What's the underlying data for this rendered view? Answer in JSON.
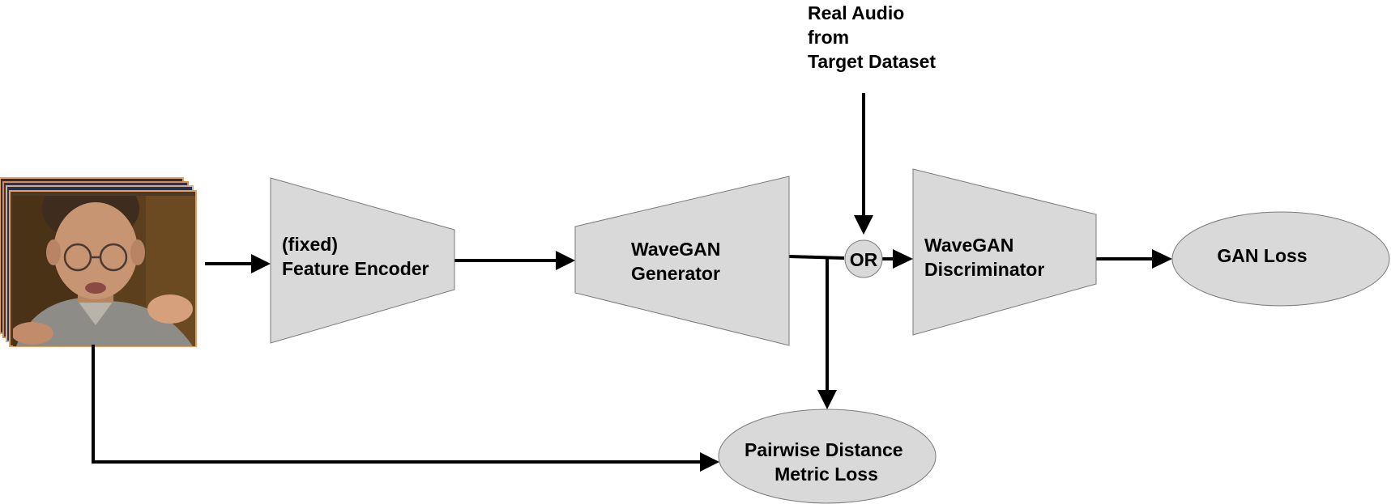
{
  "nodes": {
    "real_audio": {
      "lines": [
        "Real Audio",
        "from",
        "Target Dataset"
      ]
    },
    "feature_encoder": {
      "lines": [
        "(fixed)",
        "Feature Encoder"
      ]
    },
    "generator": {
      "lines": [
        "WaveGAN",
        "Generator"
      ]
    },
    "or_node": {
      "lines": [
        "OR"
      ]
    },
    "discriminator": {
      "lines": [
        "WaveGAN",
        "Discriminator"
      ]
    },
    "gan_loss": {
      "lines": [
        "GAN Loss"
      ]
    },
    "pairwise_loss": {
      "lines": [
        "Pairwise Distance",
        "Metric Loss"
      ]
    }
  },
  "colors": {
    "shape_fill": "#d9d9d9",
    "shape_stroke": "#7a7a7a",
    "arrow": "#000000",
    "photo_background": "#5c3f1c",
    "photo_skin": "#c89572",
    "photo_shirt": "#8e8c86",
    "photo_stack_edge": "#e8a060"
  }
}
